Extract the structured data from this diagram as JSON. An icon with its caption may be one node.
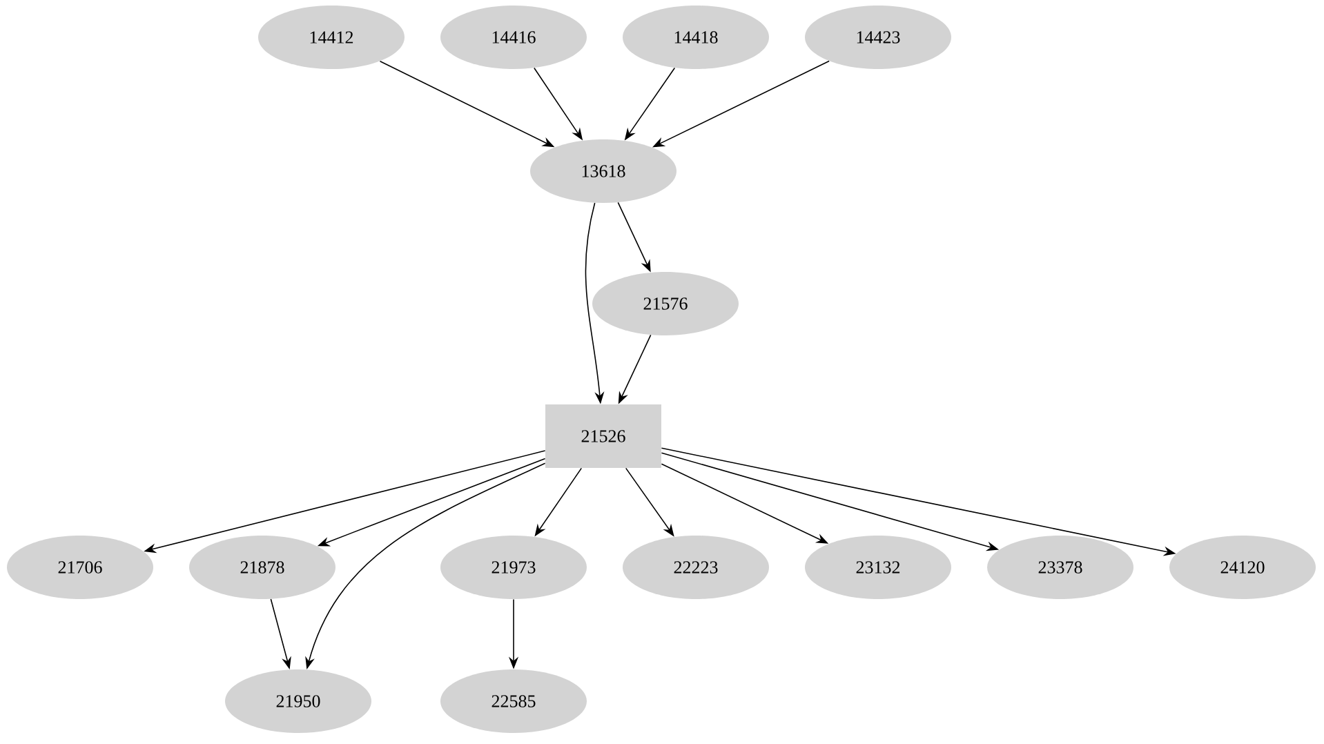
{
  "diagram": {
    "nodes": [
      {
        "text": [
          "14412"
        ]
      },
      {
        "text": [
          "14416"
        ]
      },
      {
        "text": [
          "14418"
        ]
      },
      {
        "text": [
          "14423"
        ]
      },
      {
        "text": [
          "13618"
        ]
      },
      {
        "text": [
          "21576"
        ]
      },
      {
        "text": [
          "21526"
        ]
      },
      {
        "text": [
          "21706"
        ]
      },
      {
        "text": [
          "21878"
        ]
      },
      {
        "text": [
          "21973"
        ]
      },
      {
        "text": [
          "22223"
        ]
      },
      {
        "text": [
          "23132"
        ]
      },
      {
        "text": [
          "23378"
        ]
      },
      {
        "text": [
          "24120"
        ]
      },
      {
        "text": [
          "21950"
        ]
      },
      {
        "text": [
          "22585"
        ]
      }
    ],
    "edges": [
      {
        "from": 0,
        "to": 4,
        "arrow": "to"
      },
      {
        "from": 1,
        "to": 4,
        "arrow": "to"
      },
      {
        "from": 2,
        "to": 4,
        "arrow": "to"
      },
      {
        "from": 3,
        "to": 4,
        "arrow": "to"
      },
      {
        "from": 4,
        "to": 6,
        "arrow": "to"
      },
      {
        "from": 4,
        "to": 5,
        "arrow": "to"
      },
      {
        "from": 5,
        "to": 6,
        "arrow": "to"
      },
      {
        "from": 6,
        "to": 7,
        "arrow": "to"
      },
      {
        "from": 6,
        "to": 8,
        "arrow": "to"
      },
      {
        "from": 6,
        "to": 14,
        "arrow": "to"
      },
      {
        "from": 6,
        "to": 9,
        "arrow": "to"
      },
      {
        "from": 6,
        "to": 10,
        "arrow": "to"
      },
      {
        "from": 6,
        "to": 11,
        "arrow": "to"
      },
      {
        "from": 6,
        "to": 12,
        "arrow": "to"
      },
      {
        "from": 6,
        "to": 13,
        "arrow": "to"
      },
      {
        "from": 8,
        "to": 14,
        "arrow": "to"
      },
      {
        "from": 9,
        "to": 15,
        "arrow": "to"
      }
    ]
  }
}
